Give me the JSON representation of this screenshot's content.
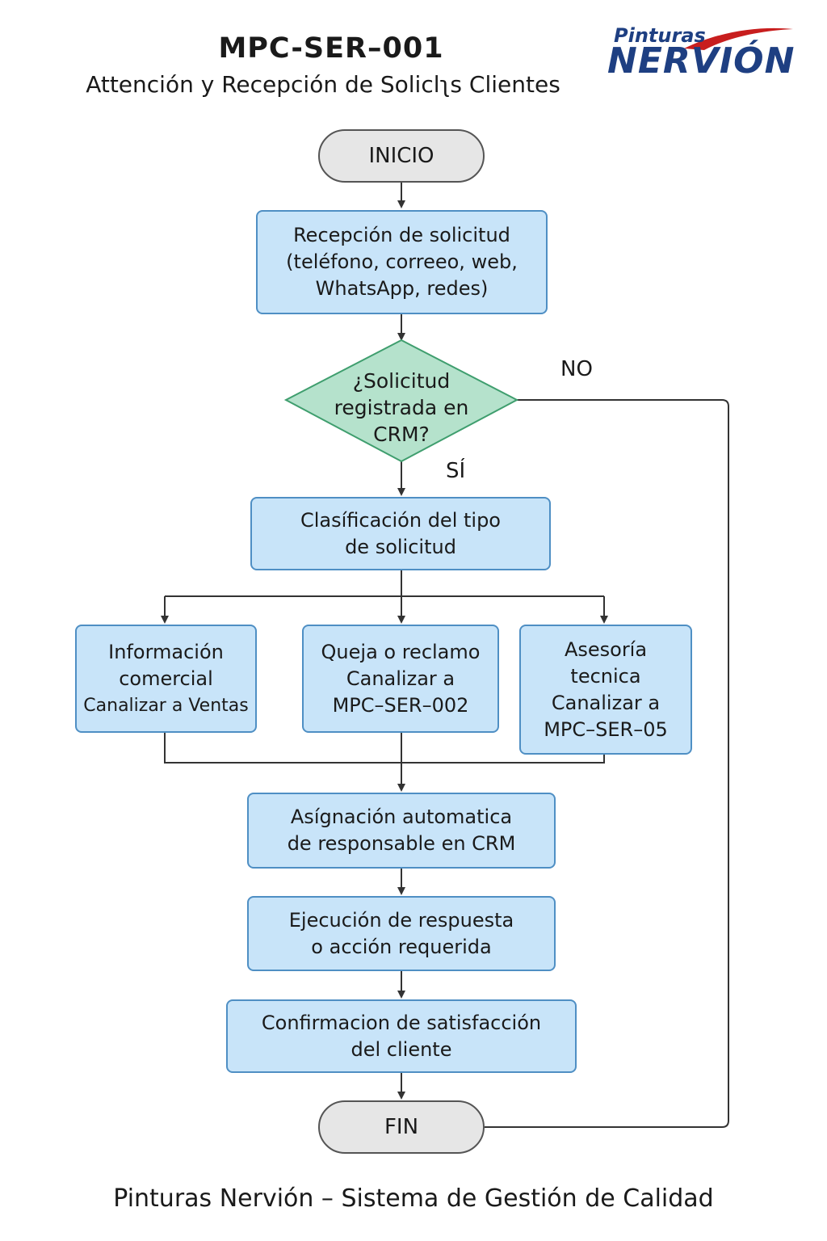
{
  "header": {
    "code": "MPC-SER–001",
    "subtitle": "Attención y Recepción de Soliclʅs Clientes"
  },
  "logo": {
    "line1": "Pinturas",
    "line2": "NERVIÓN",
    "accent_color": "#c81e1e",
    "text_color": "#1e3f82"
  },
  "flow": {
    "start": "INICIO",
    "reception": {
      "line1": "Recepción de solicitud",
      "line2": "(teléfono, correeo, web,",
      "line3": "WhatsApp, redes)"
    },
    "decision": {
      "line1": "¿Solicitud",
      "line2": "registrada en",
      "line3": "CRM?",
      "yes_label": "SÍ",
      "no_label": "NO"
    },
    "classification": {
      "line1": "Clasíficación del tipo",
      "line2": "de solicitud"
    },
    "branches": {
      "commercial": {
        "line1": "Información",
        "line2": "comercial",
        "line3": "Canalizar a Ventas"
      },
      "complaint": {
        "line1": "Queja o reclamo",
        "line2": "Canalizar a",
        "line3": "MPC–SER–002"
      },
      "advice": {
        "line1": "Asesoría",
        "line2": "tecnica",
        "line3": "Canalizar a",
        "line4": "MPC–SER–05"
      }
    },
    "assignment": {
      "line1": "Asígnación automatica",
      "line2": "de responsable en CRM"
    },
    "execution": {
      "line1": "Ejecución de respuesta",
      "line2": "o acción requerida"
    },
    "confirmation": {
      "line1": "Confirmacion de satisfacción",
      "line2": "del cliente"
    },
    "end": "FIN"
  },
  "footer": "Pinturas Nervión – Sistema de Gestión de Calidad",
  "colors": {
    "process_fill": "#c8e4f9",
    "process_border": "#4f8fc4",
    "decision_fill": "#b5e2cc",
    "decision_border": "#3f9e6e",
    "terminal_fill": "#e6e6e6"
  }
}
